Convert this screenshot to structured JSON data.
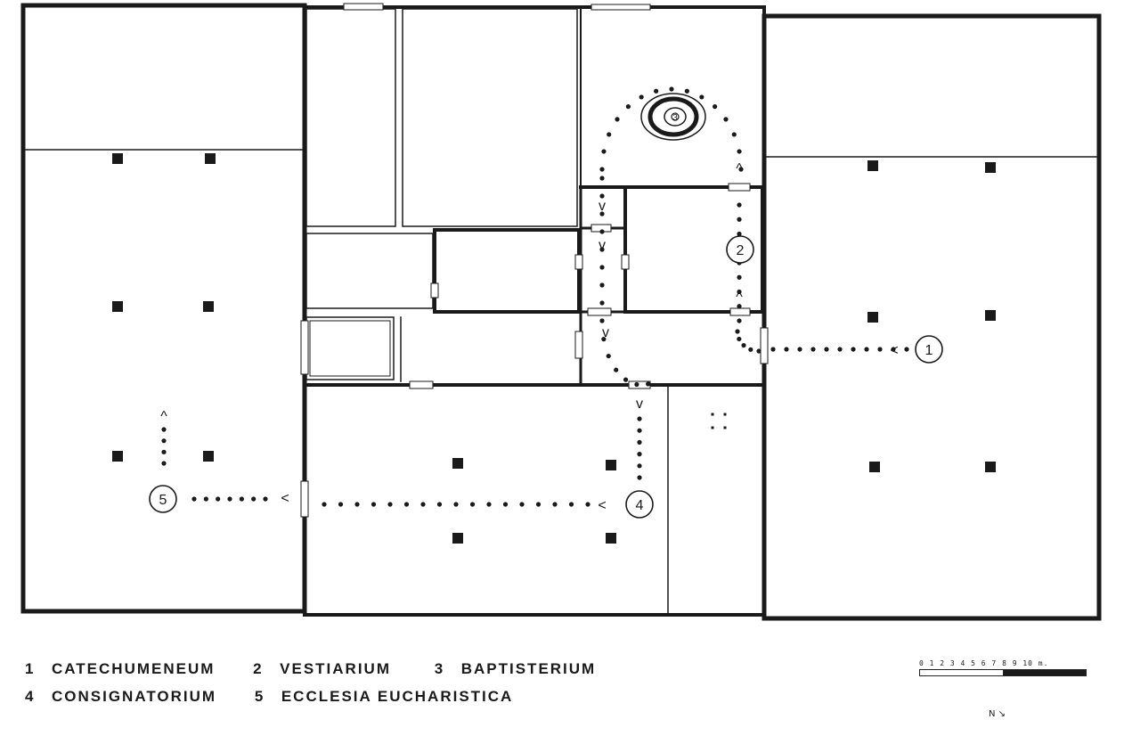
{
  "plan": {
    "route_markers": [
      "1",
      "2",
      "3",
      "4",
      "5"
    ],
    "arrow_glyphs": {
      "left": "<",
      "up": "^",
      "down": "v"
    }
  },
  "legend": {
    "items": [
      {
        "number": "1",
        "label": "CATECHUMENEUM"
      },
      {
        "number": "2",
        "label": "VESTIARIUM"
      },
      {
        "number": "3",
        "label": "BAPTISTERIUM"
      },
      {
        "number": "4",
        "label": "CONSIGNATORIUM"
      },
      {
        "number": "5",
        "label": "ECCLESIA EUCHARISTICA"
      }
    ]
  },
  "scale": {
    "ticks": "0 1 2 3 4 5 6 7 8 9 10 m."
  },
  "north_arrow": {
    "label": "N"
  },
  "colors": {
    "ink": "#1a1a1a",
    "paper": "#ffffff"
  }
}
